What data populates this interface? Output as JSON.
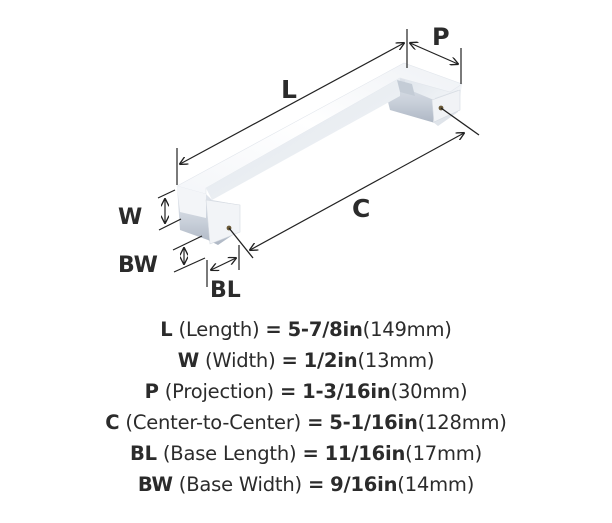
{
  "diagram": {
    "labels": {
      "L": "L",
      "P": "P",
      "C": "C",
      "W": "W",
      "BW": "BW",
      "BL": "BL"
    }
  },
  "specs": [
    {
      "code": "L",
      "desc": "(Length)",
      "eq": "=",
      "inch": "5-7/8in",
      "mm": "(149mm)"
    },
    {
      "code": "W",
      "desc": "(Width)",
      "eq": "=",
      "inch": "1/2in",
      "mm": "(13mm)"
    },
    {
      "code": "P",
      "desc": "(Projection)",
      "eq": "=",
      "inch": "1-3/16in",
      "mm": "(30mm)"
    },
    {
      "code": "C",
      "desc": "(Center-to-Center)",
      "eq": "=",
      "inch": "5-1/16in",
      "mm": "(128mm)"
    },
    {
      "code": "BL",
      "desc": "(Base Length)",
      "eq": "=",
      "inch": "11/16in",
      "mm": "(17mm)"
    },
    {
      "code": "BW",
      "desc": "(Base Width)",
      "eq": "=",
      "inch": "9/16in",
      "mm": "(14mm)"
    }
  ]
}
